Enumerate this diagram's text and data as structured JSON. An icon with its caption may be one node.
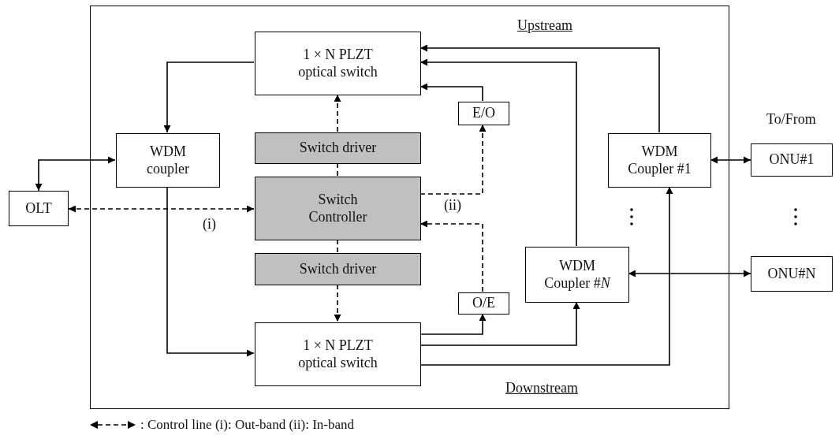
{
  "diagram": {
    "nodes": [
      {
        "text": [],
        "shape": "box"
      },
      {
        "text": [
          "1 × N PLZT optical switch"
        ],
        "in": 0
      },
      {
        "text": [
          "WDM coupler"
        ],
        "in": 0
      },
      {
        "text": [
          "OLT"
        ]
      },
      {
        "text": [
          "Switch driver"
        ],
        "in": 0
      },
      {
        "text": [
          "Switch Controller"
        ],
        "in": 0
      },
      {
        "text": [
          "Switch driver"
        ],
        "in": 0
      },
      {
        "text": [
          "1 × N PLZT optical switch"
        ],
        "in": 0
      },
      {
        "text": [
          "E/O"
        ],
        "in": 0
      },
      {
        "text": [
          "O/E"
        ],
        "in": 0
      },
      {
        "text": [
          "WDM Coupler #1"
        ],
        "in": 0
      },
      {
        "text": [
          "WDM Coupler #*N*"
        ],
        "in": 0
      },
      {
        "text": [
          "ONU#1"
        ]
      },
      {
        "text": [
          "ONU#N"
        ]
      }
    ],
    "edges": [
      {
        "from": 1,
        "to": 2,
        "arrow": "to"
      },
      {
        "from": 3,
        "to": 2,
        "arrow": "both"
      },
      {
        "from": 3,
        "to": 5,
        "arrow": "both",
        "style": "dashed"
      },
      {
        "from": 2,
        "to": 7,
        "arrow": "to"
      },
      {
        "from": 4,
        "to": 1,
        "arrow": "to",
        "style": "dashed"
      },
      {
        "from": 5,
        "to": 4,
        "arrow": "none",
        "style": "dashed"
      },
      {
        "from": 5,
        "to": 6,
        "arrow": "none",
        "style": "dashed"
      },
      {
        "from": 6,
        "to": 7,
        "arrow": "to",
        "style": "dashed"
      },
      {
        "from": 5,
        "to": 8,
        "arrow": "to",
        "style": "dashed"
      },
      {
        "from": 9,
        "to": 5,
        "arrow": "to",
        "style": "dashed"
      },
      {
        "from": 8,
        "to": 1,
        "arrow": "to"
      },
      {
        "from": 11,
        "to": 1,
        "arrow": "to"
      },
      {
        "from": 10,
        "to": 1,
        "arrow": "to"
      },
      {
        "from": 7,
        "to": 9,
        "arrow": "to"
      },
      {
        "from": 7,
        "to": 11,
        "arrow": "to"
      },
      {
        "from": 7,
        "to": 10,
        "arrow": "to"
      },
      {
        "from": 10,
        "to": 12,
        "arrow": "both"
      },
      {
        "from": 11,
        "to": 13,
        "arrow": "both"
      }
    ],
    "labels": [
      "Upstream",
      "To/From",
      "(i)",
      "(ii)",
      "Downstream"
    ],
    "legend": [
      {
        "text": ": Control line (i): Out-band (ii): In-band"
      }
    ]
  }
}
